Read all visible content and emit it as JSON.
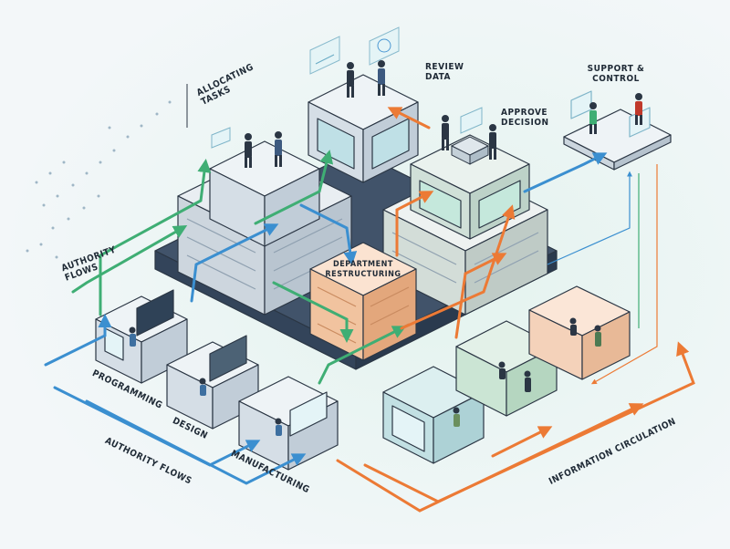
{
  "labels": {
    "allocating_tasks": "ALLOCATING TASKS",
    "review_data": "REVIEW DATA",
    "approve_decision": "APPROVE DECISION",
    "support_control": "SUPPORT & CONTROL",
    "authority_flows_top": "AUTHORITY FLOWS",
    "department_restructuring": "DEPARTMENT RESTRUCTURING",
    "programming": "PROGRAMMING",
    "design": "DESIGN",
    "manufacturing": "MANUFACTURING",
    "authority_flows_bottom": "AUTHORITY FLOWS",
    "information_circulation": "INFORMATION CIRCULATION"
  },
  "colors": {
    "green_flow": "#3fae74",
    "blue_flow": "#3b8fd0",
    "orange_flow": "#ec7a35",
    "room_teal": "#cfe6e8",
    "room_orange": "#f4d7c4",
    "core_orange": "#f6c9a8",
    "outline": "#2b3644"
  }
}
